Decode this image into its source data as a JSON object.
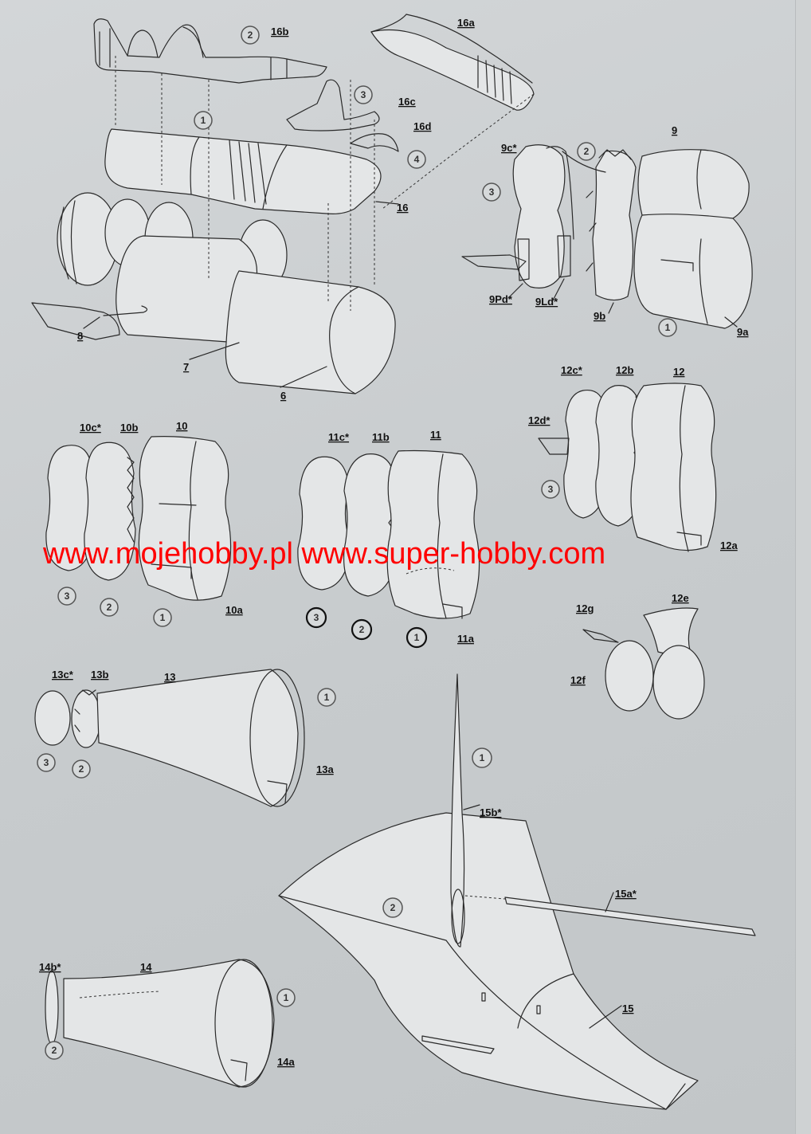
{
  "labels": {
    "l16a": "16a",
    "l16b": "16b",
    "l16c": "16c",
    "l16d": "16d",
    "l16": "16",
    "l6": "6",
    "l7": "7",
    "l8": "8",
    "l9": "9",
    "l9c": "9c*",
    "l9pd": "9Pd*",
    "l9ld": "9Ld*",
    "l9b": "9b",
    "l9a": "9a",
    "l10": "10",
    "l10c": "10c*",
    "l10b": "10b",
    "l10a": "10a",
    "l11": "11",
    "l11c": "11c*",
    "l11b": "11b",
    "l11a": "11a",
    "l12": "12",
    "l12c": "12c*",
    "l12b": "12b",
    "l12d": "12d*",
    "l12a": "12a",
    "l12e": "12e",
    "l12g": "12g",
    "l12f": "12f",
    "l13": "13",
    "l13c": "13c*",
    "l13b": "13b",
    "l13a": "13a",
    "l14": "14",
    "l14b": "14b*",
    "l14a": "14a",
    "l15": "15",
    "l15a": "15a*",
    "l15b": "15b*"
  },
  "steps": {
    "one": "1",
    "two": "2",
    "three": "3",
    "four": "4"
  },
  "watermark": "www.mojehobby.pl www.super-hobby.com",
  "colors": {
    "watermark": "#ff0000",
    "paper": "#cdd0d2",
    "line": "#2a2a2a"
  }
}
